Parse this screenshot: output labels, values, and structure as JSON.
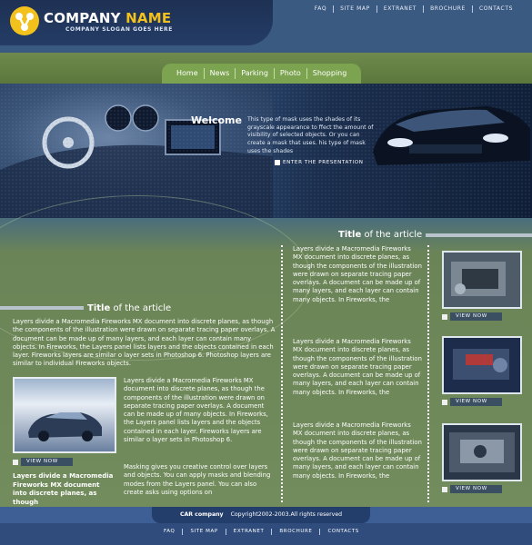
{
  "brand": {
    "name_part1": "COMPANY",
    "name_part2": "NAME",
    "slogan": "COMPANY SLOGAN GOES HERE"
  },
  "top_nav": [
    "FAQ",
    "SITE MAP",
    "EXTRANET",
    "BROCHURE",
    "CONTACTS"
  ],
  "main_nav": [
    "Home",
    "News",
    "Parking",
    "Photo",
    "Shopping"
  ],
  "hero": {
    "welcome": "Welcome",
    "text": "This type of mask uses the shades of its grayscale appearance to ffect the amount of visibility of selected objects. Or you can create a mask that uses. his type of mask uses the shades",
    "enter_label": "ENTER THE PRESENTATION"
  },
  "right_column": {
    "title_plain": "Title",
    "title_rest": "of the article",
    "items": [
      {
        "text": "Layers divide a Macromedia Fireworks MX document into discrete planes, as though the components of the illustration were drawn on separate tracing paper overlays. A document can be made up of many layers, and each layer can contain many objects. In Fireworks, the",
        "button": "VIEW NOW"
      },
      {
        "text": "Layers divide a Macromedia Fireworks MX document into discrete planes, as though the components of the illustration were drawn on separate tracing paper overlays. A document can be made up of many layers, and each layer can contain many objects. In Fireworks, the",
        "button": "VIEW NOW"
      },
      {
        "text": "Layers divide a Macromedia Fireworks MX document into discrete planes, as though the components of the illustration were drawn on separate tracing paper overlays. A document can be made up of many layers, and each layer can contain many objects. In Fireworks, the",
        "button": "VIEW NOW"
      }
    ]
  },
  "left_column": {
    "title_plain": "Title",
    "title_rest": "of the article",
    "lead": "Layers divide a Macromedia Fireworks MX document into discrete planes, as though the components of the illustration were drawn on separate tracing paper overlays. A document can be made up of many layers, and each layer can contain many objects. In Fireworks, the Layers panel lists layers and the objects contained in each layer. Fireworks layers are similar o layer sets in Photoshop 6. Photoshop layers are similar to individual Fireworks objects.",
    "body_1": "Layers divide a Macromedia Fireworks MX document into discrete planes, as though the components of the illustration were drawn on separate tracing paper overlays. A document can be made up of many objects. In Fireworks, the Layers panel lists layers and the objects contained in each layer. Fireworks layers are similar o layer sets in Photoshop 6.",
    "body_2": "Masking gives you creative control over layers and objects. You can apply masks and blending modes from the Layers panel. You can also create asks using options on",
    "button": "VIEW NOW",
    "caption": "Layers divide a Macromedia Fireworks MX document into discrete planes, as though"
  },
  "footer": {
    "company": "CAR company",
    "copyright": "Copyright2002-2003.All rights reserved",
    "nav": [
      "FAQ",
      "SITE MAP",
      "EXTRANET",
      "BROCHURE",
      "CONTACTS"
    ]
  },
  "colors": {
    "brand_yellow": "#f3c11b",
    "nav_green": "#7ca34f",
    "body_green": "#6b8457",
    "header_blue": "#243c66"
  }
}
